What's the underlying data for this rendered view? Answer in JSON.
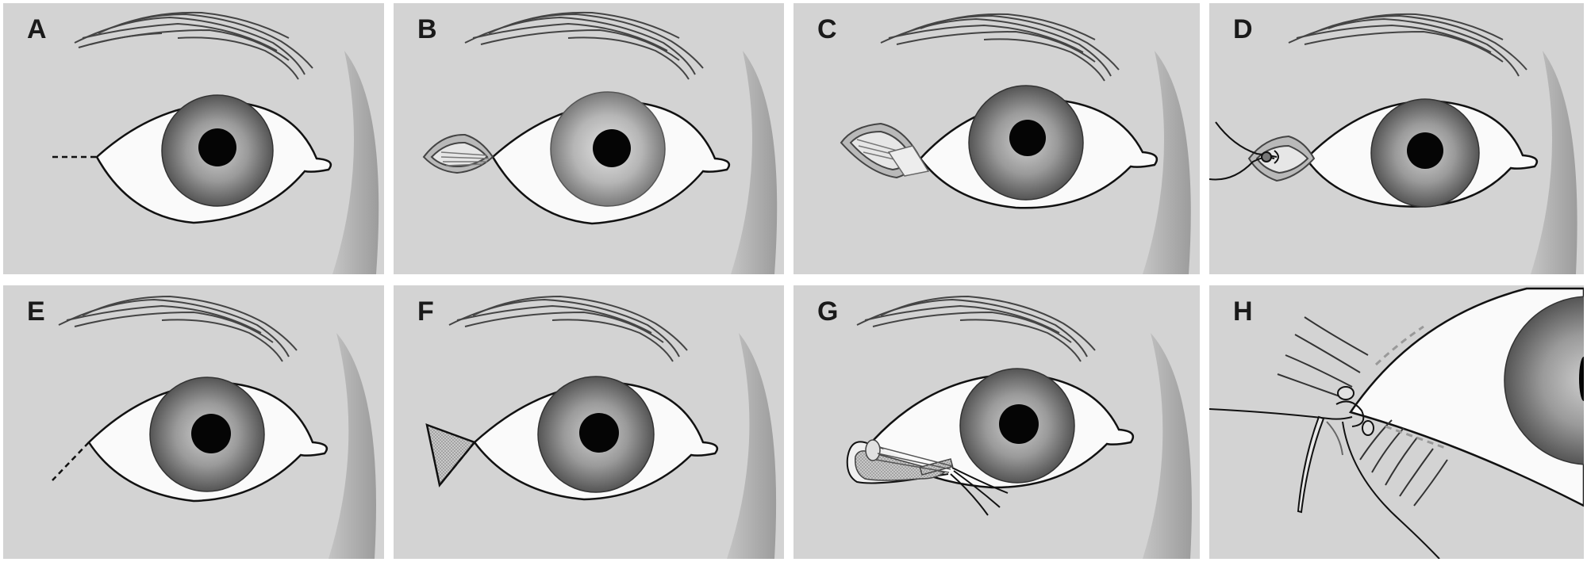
{
  "panels": [
    {
      "label": "A"
    },
    {
      "label": "B"
    },
    {
      "label": "C"
    },
    {
      "label": "D"
    },
    {
      "label": "E"
    },
    {
      "label": "F"
    },
    {
      "label": "G"
    },
    {
      "label": "H"
    }
  ],
  "colors": {
    "panel_bg": "#d3d3d3",
    "sclera": "#fafafa",
    "outline": "#111111",
    "pupil": "#050505",
    "iris_light": "#cfcfcf",
    "iris_dark": "#555555",
    "orbital_shadow": "#a8a8a8"
  }
}
